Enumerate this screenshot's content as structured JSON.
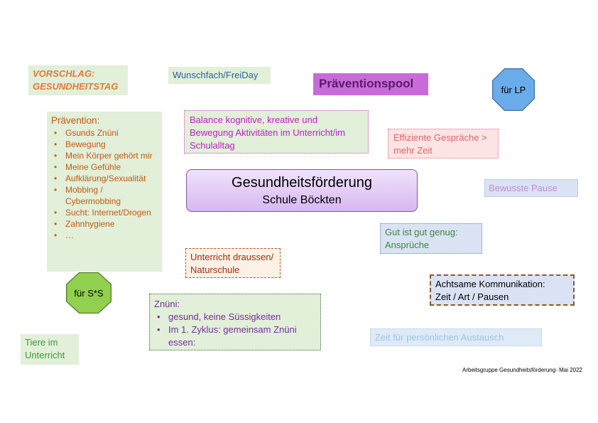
{
  "vorschlag": {
    "line1": "VORSCHLAG:",
    "line2": "GESUNDHEITSTAG"
  },
  "wunschfach": "Wunschfach/FreiDay",
  "praeventionspool": "Präventionspool",
  "fuer_lp": "für LP",
  "praevention": {
    "title": "Prävention:",
    "items": [
      "Gsunds Znüni",
      "Bewegung",
      "Mein Körper gehört mir",
      "Meine Gefühle",
      "Aufklärung/Sexualität",
      "Mobbing / Cybermobbing",
      "Sucht: Internet/Drogen",
      "Zahnhygiene",
      "…"
    ]
  },
  "balance": {
    "line1": "Balance kognitive, kreative und",
    "line2": "Bewegung Aktivitäten im Unterricht/im",
    "line3": "Schulalltag"
  },
  "effiziente": {
    "line1": "Effiziente Gespräche >",
    "line2": "mehr Zeit"
  },
  "center": {
    "title": "Gesundheitsförderung",
    "subtitle": "Schule Böckten"
  },
  "bewusste_pause": "Bewusste Pause",
  "gut_ist_gut": {
    "line1": "Gut ist gut genug:",
    "line2": "Ansprüche"
  },
  "unterricht_draussen": {
    "line1": "Unterricht draussen/",
    "line2": "Naturschule"
  },
  "achtsame": {
    "line1": "Achtsame Kommunikation:",
    "line2": "Zeit / Art / Pausen"
  },
  "fuer_ss": "für S*S",
  "znueni": {
    "title": "Znüni:",
    "items": [
      "gesund, keine Süssigkeiten",
      "Im 1. Zyklus: gemeinsam Znüni essen:"
    ]
  },
  "zeit_austausch": "Zeit für persönlichen Austausch",
  "tiere": {
    "line1": "Tiere im",
    "line2": "Unterricht"
  },
  "footer": "Arbeitsgruppe Gesundheitsförderung- Mai 2022",
  "colors": {
    "green_box": "#e2efd9",
    "light_blue_box": "#dae3f3",
    "purple": "#a238b4",
    "octagon_blue": "#6aabea",
    "octagon_green": "#92d050"
  }
}
